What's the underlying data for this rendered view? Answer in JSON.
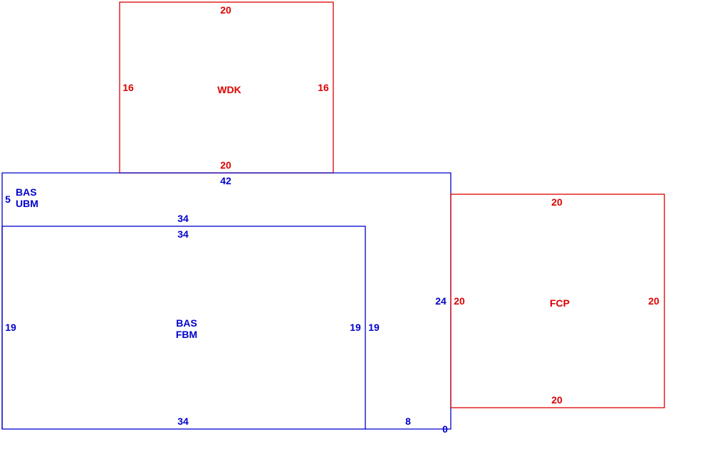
{
  "colors": {
    "upper_floor": "#dd0000",
    "base_floor": "#0000cc",
    "background": "#ffffff"
  },
  "areas": {
    "wdk": {
      "label": "WDK",
      "dims": {
        "top": "20",
        "bottom": "20",
        "left": "16",
        "right": "16"
      }
    },
    "bas_ubm": {
      "label_line1": "BAS",
      "label_line2": "UBM",
      "dims": {
        "top": "42",
        "left": "5",
        "right": "24",
        "bottom_right": "8",
        "corner": "0",
        "divider": "34"
      }
    },
    "bas_fbm": {
      "label_line1": "BAS",
      "label_line2": "FBM",
      "dims": {
        "top": "34",
        "bottom": "34",
        "left": "19",
        "right_inner": "19",
        "right_outer": "19"
      }
    },
    "fcp": {
      "label": "FCP",
      "dims": {
        "top": "20",
        "bottom": "20",
        "left": "20",
        "right": "20"
      }
    }
  }
}
